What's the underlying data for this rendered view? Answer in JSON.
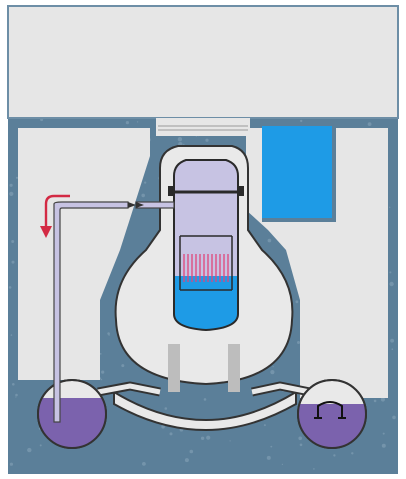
{
  "diagram": {
    "colors": {
      "background": "#ffffff",
      "concrete": "#5b7f99",
      "concrete_speckle": "#7f9cb2",
      "cell_fill": "#e6e6e6",
      "upper_building": "#e6e6e6",
      "containment_fill": "#e9e9e9",
      "containment_wall": "#333333",
      "reactor_vessel": "#c7c3e3",
      "reactor_vessel_border": "#2a2a2a",
      "core_water": "#1e9be6",
      "fuel_rods": "#e0457a",
      "pool_water": "#1e9be6",
      "suppression_pool": "#7b62ad",
      "steam_line": "#c7c3e3",
      "flow_arrow": "#d32a44",
      "pedestal": "#bdbdbd"
    },
    "components": [
      "upper-building",
      "concrete-structure",
      "reactor-vessel",
      "core-water",
      "fuel-rods",
      "fuel-pool",
      "steam-line",
      "flow-arrow",
      "suppression-pool-left",
      "suppression-pool-right",
      "drywell",
      "vent-lines"
    ]
  }
}
